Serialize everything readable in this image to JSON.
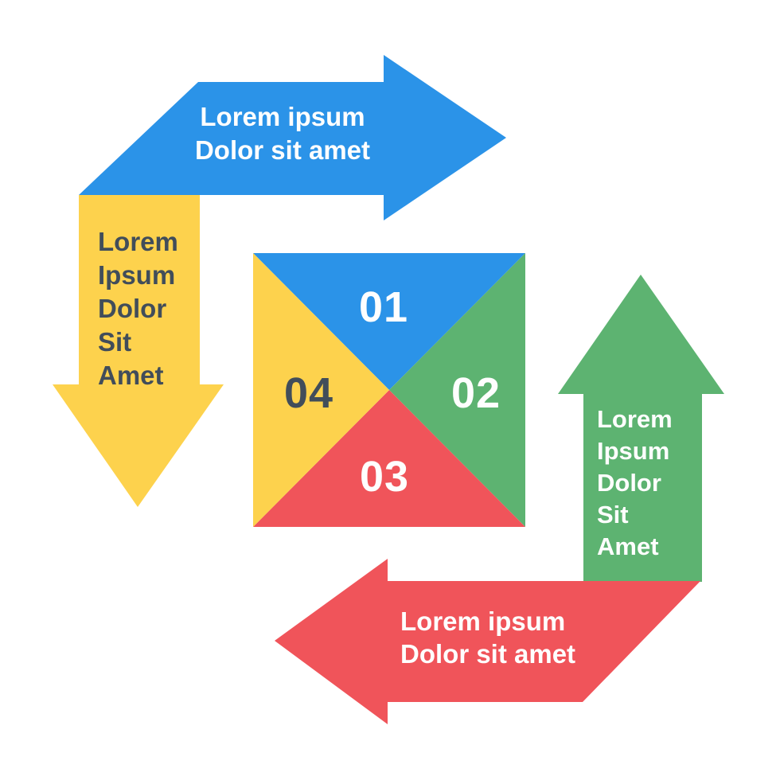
{
  "colors": {
    "blue": "#2b93e8",
    "yellow": "#fdd24d",
    "green": "#5db371",
    "red": "#f0545a",
    "dark_text": "#414d5a",
    "white_text": "#fefefe",
    "background": "#ffffff"
  },
  "arrows": {
    "top_right_arrow": {
      "direction": "right",
      "color_name": "blue",
      "lines": [
        "Lorem ipsum",
        "Dolor sit amet"
      ]
    },
    "left_down_arrow": {
      "direction": "down",
      "color_name": "yellow",
      "lines": [
        "Lorem",
        "Ipsum",
        "Dolor",
        "Sit",
        "Amet"
      ]
    },
    "right_up_arrow": {
      "direction": "up",
      "color_name": "green",
      "lines": [
        "Lorem",
        "Ipsum",
        "Dolor",
        "Sit",
        "Amet"
      ]
    },
    "bottom_left_arrow": {
      "direction": "left",
      "color_name": "red",
      "lines": [
        "Lorem ipsum",
        "Dolor sit amet"
      ]
    }
  },
  "center_square": {
    "steps": [
      {
        "number": "01",
        "color_name": "blue",
        "position": "top"
      },
      {
        "number": "02",
        "color_name": "green",
        "position": "right"
      },
      {
        "number": "03",
        "color_name": "red",
        "position": "bottom"
      },
      {
        "number": "04",
        "color_name": "yellow",
        "position": "left"
      }
    ]
  }
}
